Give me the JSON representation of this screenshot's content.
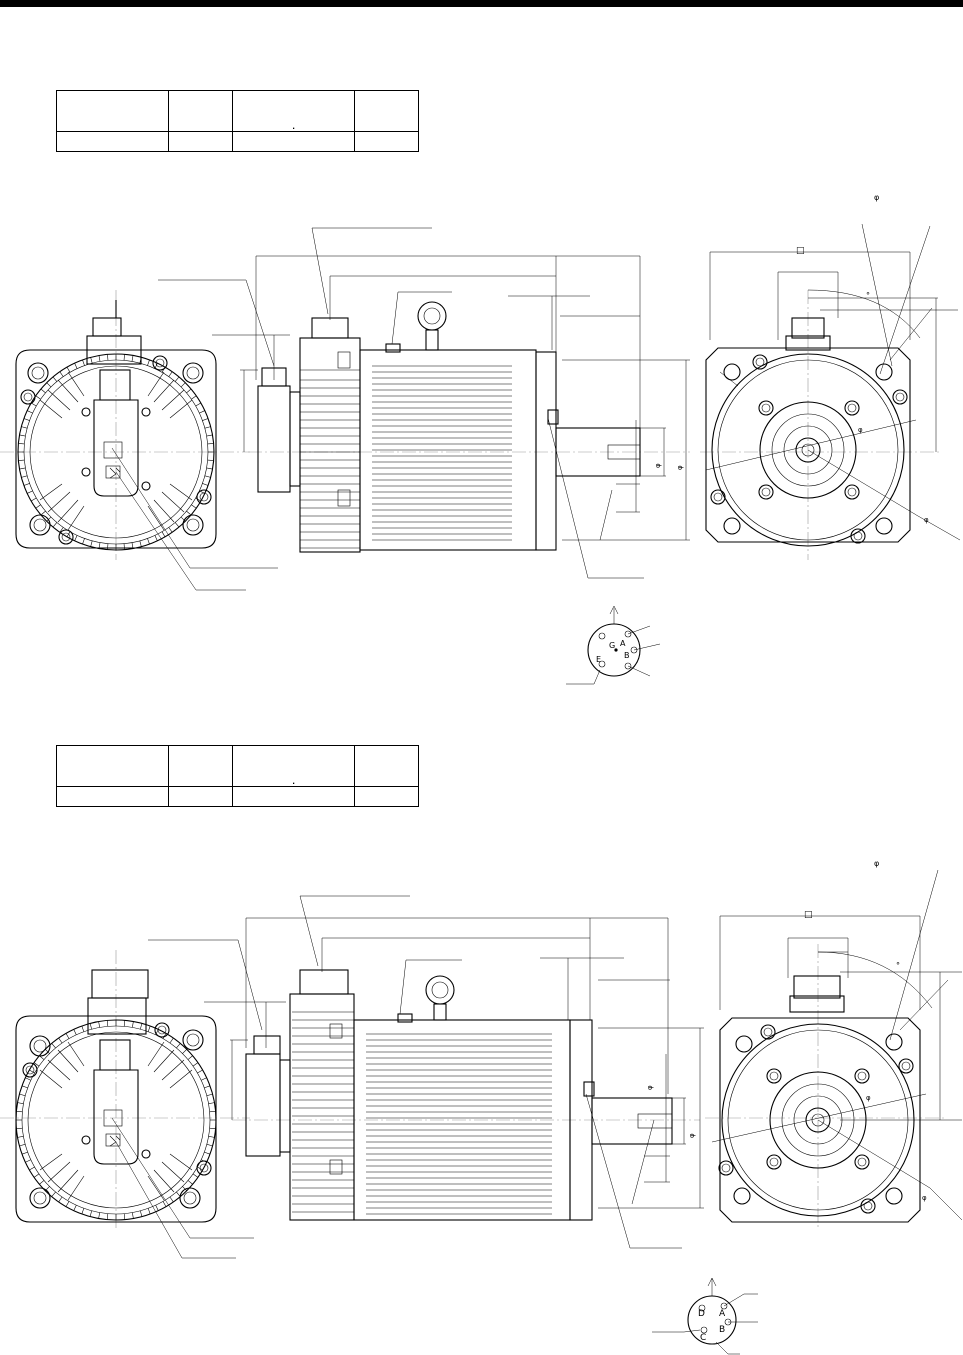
{
  "page": {
    "top_rule_color": "#000000"
  },
  "spec_tables": [
    {
      "header": [
        "",
        "",
        ".",
        ""
      ],
      "row": [
        "",
        "",
        "",
        ""
      ]
    },
    {
      "header": [
        "",
        "",
        ".",
        ""
      ],
      "row": [
        "",
        "",
        "",
        ""
      ]
    }
  ],
  "drawings": [
    {
      "dimension_symbols": {
        "square_symbol": "□",
        "phi_upper": "φ",
        "degree_symbol": "°",
        "phi_shaft_1": "φ",
        "phi_shaft_2": "φ",
        "phi_pcd": "φ",
        "phi_flange": "φ"
      },
      "connector_pins": [
        "G",
        "A",
        "B",
        "E"
      ]
    },
    {
      "dimension_symbols": {
        "square_symbol": "□",
        "phi_upper": "φ",
        "degree_symbol": "°",
        "phi_shaft_1": "φ",
        "phi_shaft_2": "φ",
        "phi_pcd": "φ",
        "phi_flange": "φ"
      },
      "connector_pins": [
        "A",
        "B",
        "C",
        "D"
      ]
    }
  ]
}
